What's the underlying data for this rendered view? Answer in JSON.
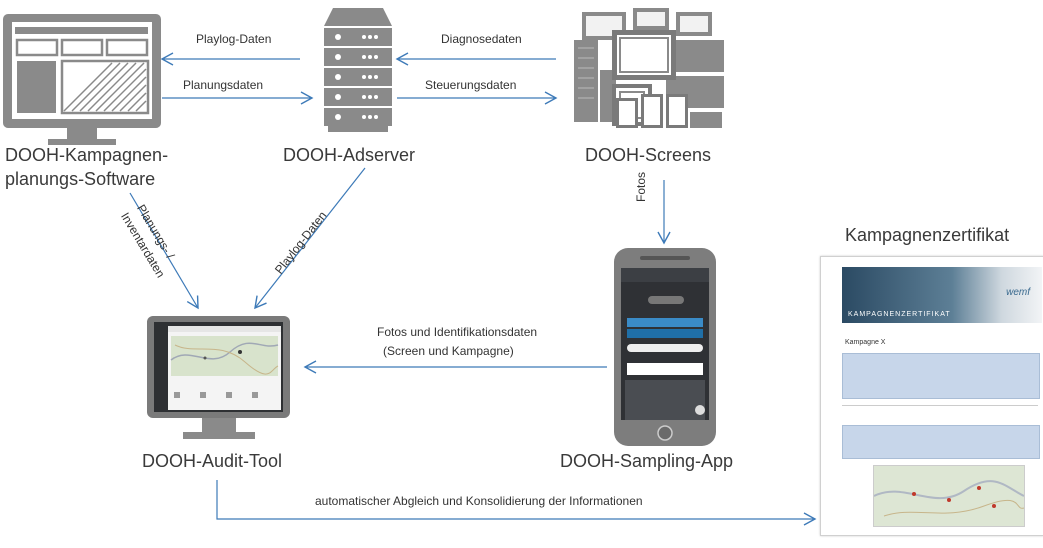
{
  "nodes": {
    "campaign_software": {
      "line1": "DOOH-Kampagnen-",
      "line2": "planungs-Software"
    },
    "adserver": {
      "label": "DOOH-Adserver"
    },
    "screens": {
      "label": "DOOH-Screens"
    },
    "audit_tool": {
      "label": "DOOH-Audit-Tool"
    },
    "sampling_app": {
      "label": "DOOH-Sampling-App"
    },
    "certificate": {
      "label": "Kampagnenzertifikat"
    }
  },
  "flows": {
    "playlog_top": "Playlog-Daten",
    "planungsdaten": "Planungsdaten",
    "diagnosedaten": "Diagnosedaten",
    "steuerungsdaten": "Steuerungsdaten",
    "fotos_down": "Fotos",
    "planungs_inventar_l1": "Planungs- /",
    "planungs_inventar_l2": "Inventardaten",
    "playlog_diag": "Playlog-Daten",
    "fotos_ident_l1": "Fotos und Identifikationsdaten",
    "fotos_ident_l2": "(Screen und Kampagne)",
    "abgleich": "automatischer Abgleich und Konsolidierung der Informationen"
  },
  "certificate_doc": {
    "header_title": "KAMPAGNENZERTIFIKAT",
    "brand": "wemf",
    "campaign": "Kampagne X"
  },
  "colors": {
    "arrow": "#3d7ab8",
    "icon": "#8a8a8a",
    "icon_dark": "#6e6e6e"
  }
}
